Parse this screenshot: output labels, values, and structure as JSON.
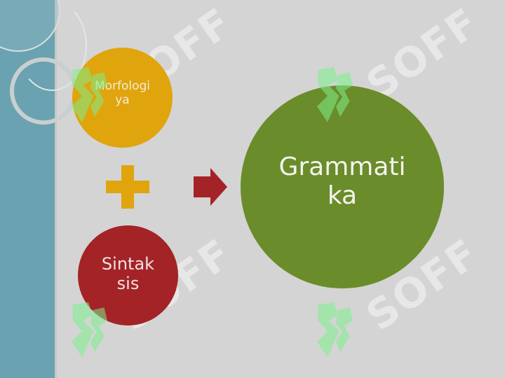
{
  "diagram": {
    "nodes": [
      {
        "id": "morfologiya",
        "label": "Morfologi\nya",
        "color": "#e0a40d"
      },
      {
        "id": "sintaksis",
        "label": "Sintak\nsis",
        "color": "#a42327"
      },
      {
        "id": "grammatika",
        "label": "Grammati\nka",
        "color": "#6b8c2a"
      }
    ],
    "operators": [
      {
        "id": "plus",
        "symbol": "plus",
        "color": "#e0a40d"
      },
      {
        "id": "arrow",
        "symbol": "arrow-right",
        "color": "#a42327"
      }
    ]
  },
  "watermark": {
    "text": "SOFF",
    "color": "#7cf08c"
  },
  "theme": {
    "background": "#d4d4d4",
    "side_band": "#6aa2b1"
  }
}
